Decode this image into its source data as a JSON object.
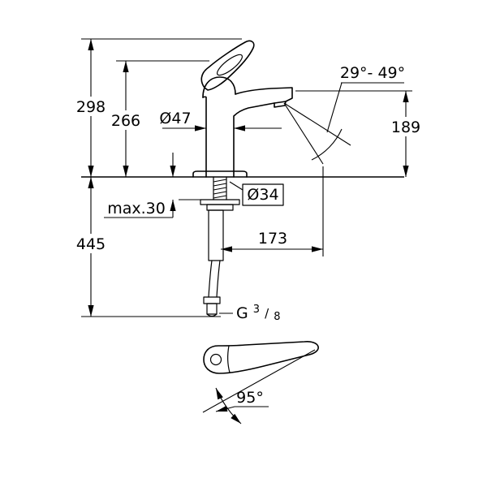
{
  "drawing": {
    "type": "faucet-installation-dimension-diagram",
    "colors": {
      "line": "#000000",
      "background": "#ffffff"
    },
    "dimensions": {
      "total_height": "298",
      "body_height": "266",
      "body_diameter": "Ø47",
      "spout_angle_range": "29°- 49°",
      "outlet_height": "189",
      "max_mounting_thickness": "max.30",
      "hole_diameter": "Ø34",
      "total_depth": "445",
      "spout_projection": "173",
      "handle_swing_angle": "95°"
    },
    "thread": {
      "prefix": "G",
      "numerator": "3",
      "slash": "/",
      "denominator": "8"
    }
  }
}
